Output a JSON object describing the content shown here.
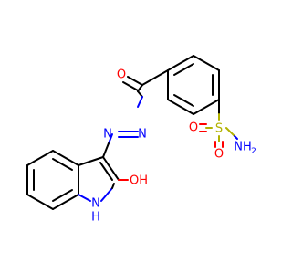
{
  "molecule": {
    "atoms": {
      "carbonyl_o": "O",
      "azo_n1": "N",
      "azo_n2": "N",
      "sulfonyl_o1": "O",
      "sulfonyl_o2": "O",
      "sulfur": "S",
      "amide_nh2": "NH",
      "amide_h": "2",
      "hydroxyl_o": "OH",
      "indole_nh": "N",
      "indole_h": "H"
    },
    "colors": {
      "carbon": "#000000",
      "oxygen": "#ff0000",
      "nitrogen": "#0000ff",
      "sulfur": "#b2b200",
      "background": "#ffffff"
    }
  }
}
